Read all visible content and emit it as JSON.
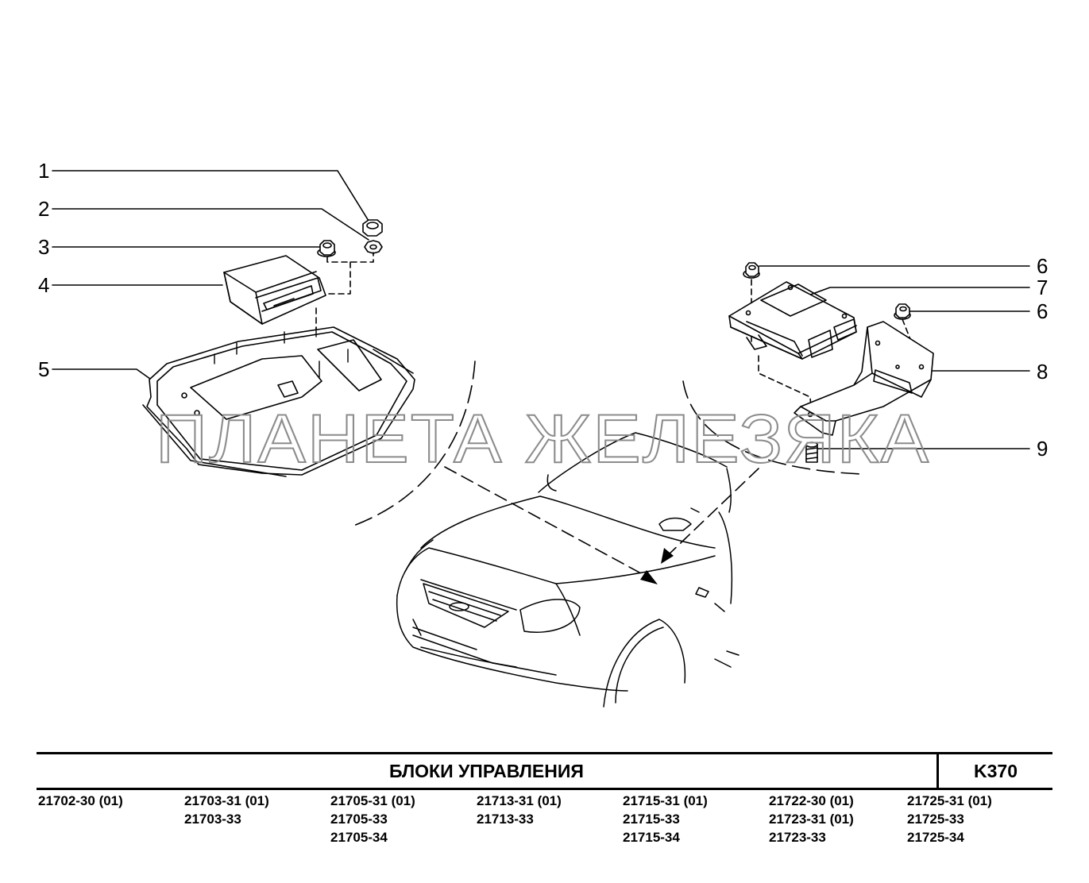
{
  "callouts": [
    "1",
    "2",
    "3",
    "4",
    "5",
    "6",
    "7",
    "6",
    "8",
    "9"
  ],
  "watermark": "ПЛАНЕТА ЖЕЛЕЗЯКА",
  "title": "БЛОКИ  УПРАВЛЕНИЯ",
  "page_code": "K370",
  "models": [
    [
      "21702-30 (01)"
    ],
    [
      "21703-31 (01)",
      "21703-33"
    ],
    [
      "21705-31 (01)",
      "21705-33",
      "21705-34"
    ],
    [
      "21713-31 (01)",
      "21713-33"
    ],
    [
      "21715-31 (01)",
      "21715-33",
      "21715-34"
    ],
    [
      "21722-30 (01)",
      "21723-31 (01)",
      "21723-33"
    ],
    [
      "21725-31 (01)",
      "21725-33",
      "21725-34"
    ]
  ],
  "colors": {
    "line": "#000000",
    "watermark": "#8c8c8c",
    "background": "#ffffff"
  }
}
